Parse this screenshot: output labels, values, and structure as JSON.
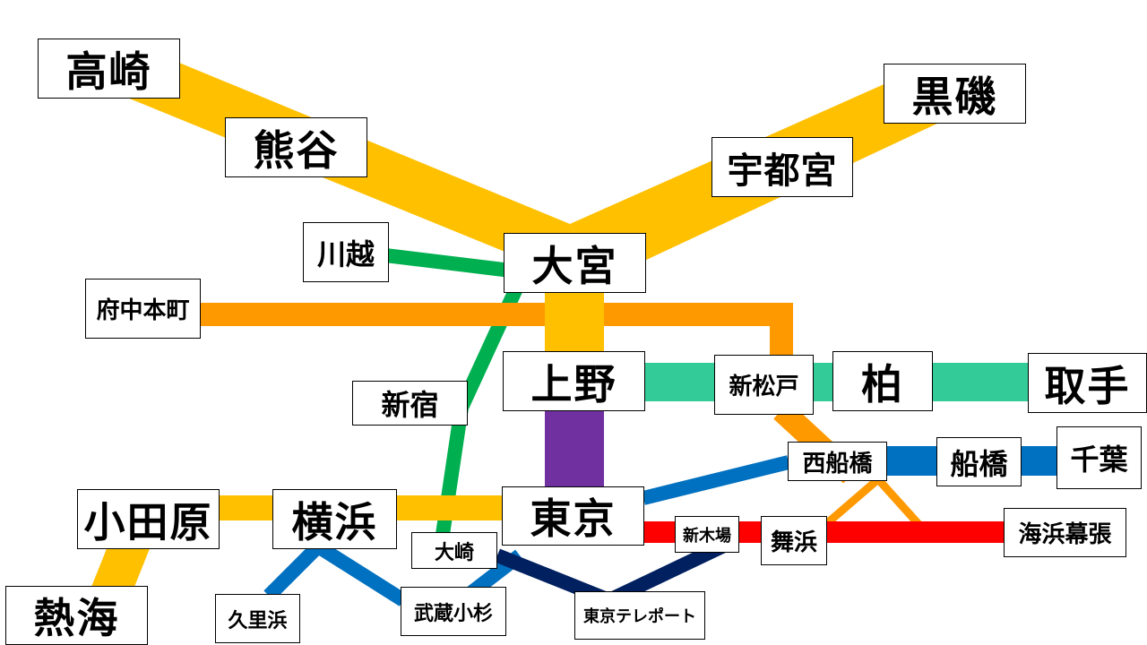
{
  "title": "首都圏JR路線図",
  "colors": {
    "takasaki_utsunomiya": "#FFC000",
    "musashino": "#FF9900",
    "saikyo": "#00B050",
    "joban": "#33CC99",
    "keihin_tohoku_ueno": "#7030A0",
    "sobu_yokosuka": "#0070C0",
    "keiyo": "#FF0000",
    "rinkai": "#002060",
    "tokaido": "#FFC000"
  },
  "stations": {
    "takasaki": "高崎",
    "kumagaya": "熊谷",
    "kuroiso": "黒磯",
    "utsunomiya": "宇都宮",
    "omiya": "大宮",
    "kawagoe": "川越",
    "fuchuhonmachi": "府中本町",
    "shinjuku": "新宿",
    "ueno": "上野",
    "shinmatsudo": "新松戸",
    "kashiwa": "柏",
    "toride": "取手",
    "nishifunabashi": "西船橋",
    "funabashi": "船橋",
    "chiba": "千葉",
    "odawara": "小田原",
    "yokohama": "横浜",
    "tokyo": "東京",
    "osaki": "大崎",
    "shinkiba": "新木場",
    "maihama": "舞浜",
    "kaihinmakuhari": "海浜幕張",
    "atami": "熱海",
    "kurihama": "久里浜",
    "musashikosugi": "武蔵小杉",
    "tokyoteleport": "東京テレポート"
  }
}
